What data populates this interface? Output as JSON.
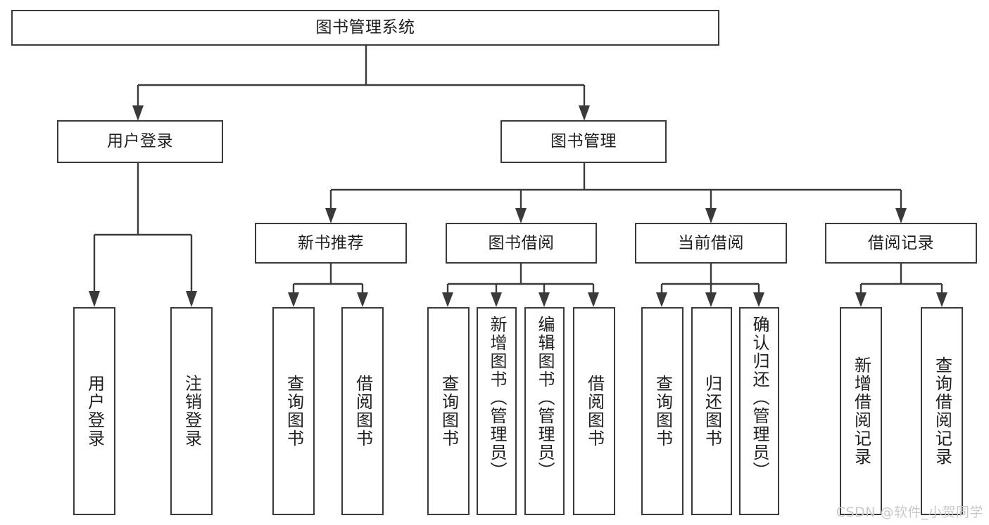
{
  "diagram": {
    "type": "tree-hierarchy",
    "title": "图书管理系统",
    "root": {
      "label": "图书管理系统"
    },
    "level2": [
      {
        "label": "用户登录"
      },
      {
        "label": "图书管理"
      }
    ],
    "level3": [
      {
        "label": "新书推荐"
      },
      {
        "label": "图书借阅"
      },
      {
        "label": "当前借阅"
      },
      {
        "label": "借阅记录"
      }
    ],
    "leaves": {
      "user_login": [
        {
          "label": "用户登录"
        },
        {
          "label": "注销登录"
        }
      ],
      "new_book_recommend": [
        {
          "label": "查询图书"
        },
        {
          "label": "借阅图书"
        }
      ],
      "book_borrow": [
        {
          "label": "查询图书"
        },
        {
          "label": "新增图书（管理员）"
        },
        {
          "label": "编辑图书（管理员）"
        },
        {
          "label": "借阅图书"
        }
      ],
      "current_borrow": [
        {
          "label": "查询图书"
        },
        {
          "label": "归还图书"
        },
        {
          "label": "确认归还（管理员）"
        }
      ],
      "borrow_record": [
        {
          "label": "新增借阅记录"
        },
        {
          "label": "查询借阅记录"
        }
      ]
    }
  },
  "watermark": {
    "text": "CSDN @软件_小贺同学"
  },
  "colors": {
    "stroke": "#3a3a3a",
    "text": "#1f1f1f",
    "background": "#ffffff",
    "watermark": "#c9c9c9"
  }
}
